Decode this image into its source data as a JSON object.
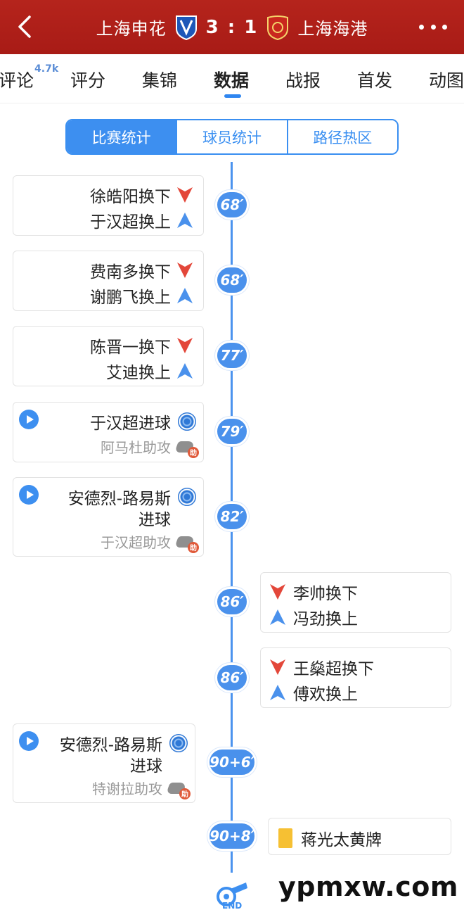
{
  "header": {
    "home_team": "上海申花",
    "away_team": "上海海港",
    "score": "3 : 1",
    "colors": {
      "bar": "#a81b16"
    }
  },
  "tabs": [
    {
      "label": "评论",
      "badge": "4.7k"
    },
    {
      "label": "评分"
    },
    {
      "label": "集锦"
    },
    {
      "label": "数据",
      "active": true
    },
    {
      "label": "战报"
    },
    {
      "label": "首发"
    },
    {
      "label": "动图"
    }
  ],
  "segments": [
    {
      "label": "比赛统计",
      "active": true
    },
    {
      "label": "球员统计"
    },
    {
      "label": "路径热区"
    }
  ],
  "events": [
    {
      "minute": "68′",
      "side": "left",
      "type": "sub",
      "out": "徐皓阳换下",
      "in": "于汉超换上"
    },
    {
      "minute": "68′",
      "side": "left",
      "type": "sub",
      "out": "费南多换下",
      "in": "谢鹏飞换上"
    },
    {
      "minute": "77′",
      "side": "left",
      "type": "sub",
      "out": "陈晋一换下",
      "in": "艾迪换上"
    },
    {
      "minute": "79′",
      "side": "left",
      "type": "goal",
      "scorer": "于汉超进球",
      "assist": "阿马杜助攻"
    },
    {
      "minute": "82′",
      "side": "left",
      "type": "goal",
      "scorer_line1": "安德烈-路易斯",
      "scorer_line2": "进球",
      "assist": "于汉超助攻"
    },
    {
      "minute": "86′",
      "side": "right",
      "type": "sub",
      "out": "李帅换下",
      "in": "冯劲换上"
    },
    {
      "minute": "86′",
      "side": "right",
      "type": "sub",
      "out": "王燊超换下",
      "in": "傅欢换上"
    },
    {
      "minute": "90+6′",
      "side": "left",
      "type": "goal",
      "scorer_line1": "安德烈-路易斯",
      "scorer_line2": "进球",
      "assist": "特谢拉助攻"
    },
    {
      "minute": "90+8′",
      "side": "right",
      "type": "yellow",
      "text": "蒋光太黄牌"
    }
  ],
  "assist_badge": "助",
  "end_label": "END",
  "watermark": "ypmxw.com",
  "icons": {
    "sub_out": "arrow-down-red-icon",
    "sub_in": "arrow-up-blue-icon",
    "goal": "soccer-ball-icon",
    "assist": "boot-assist-icon",
    "yellow": "yellow-card-icon",
    "play": "play-icon",
    "whistle": "whistle-icon"
  }
}
